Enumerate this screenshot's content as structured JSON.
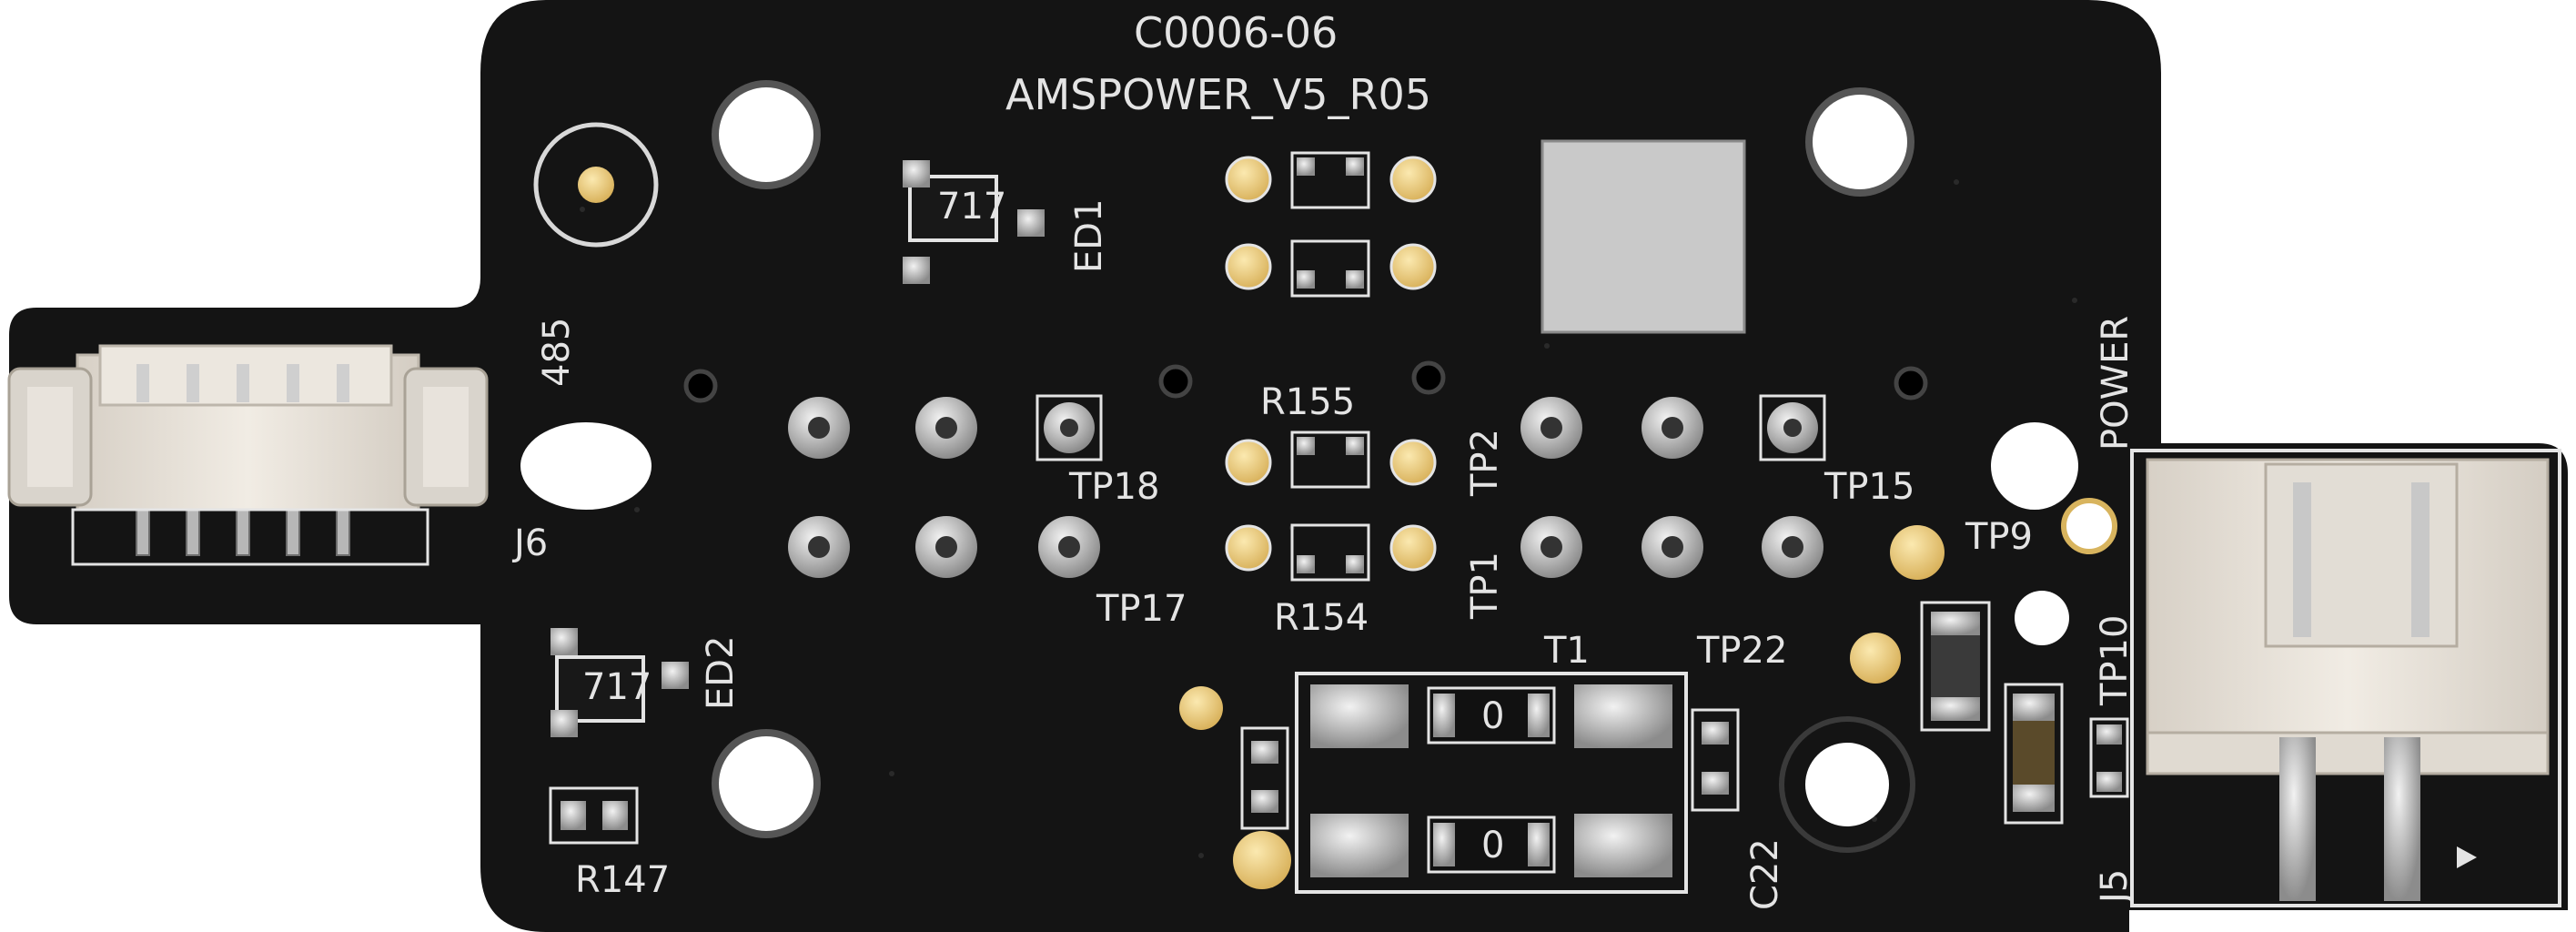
{
  "image": {
    "title": "PCB board photo",
    "colors": {
      "board": "#141414",
      "silkscreen": "#e4e4e4",
      "gold_pad": "#e8c777",
      "silver_pad": "#cfcfcf",
      "connector": "#ece7df"
    }
  },
  "silkscreen": {
    "part_number": "C0006-06",
    "board_name": "AMSPOWER_V5_R05",
    "ed1": "ED1",
    "ed2": "ED2",
    "label_485": "485",
    "j6": "J6",
    "r147": "R147",
    "r155": "R155",
    "r154": "R154",
    "tp18": "TP18",
    "tp17": "TP17",
    "tp2": "TP2",
    "tp1": "TP1",
    "tp15": "TP15",
    "tp9": "TP9",
    "tp10": "TP10",
    "tp22": "TP22",
    "t1": "T1",
    "c22": "C22",
    "power": "POWER",
    "j5": "J5",
    "fuse_mark": "0",
    "chip_mark": "717"
  },
  "icons": {
    "pin1_marker": "triangle-icon"
  }
}
